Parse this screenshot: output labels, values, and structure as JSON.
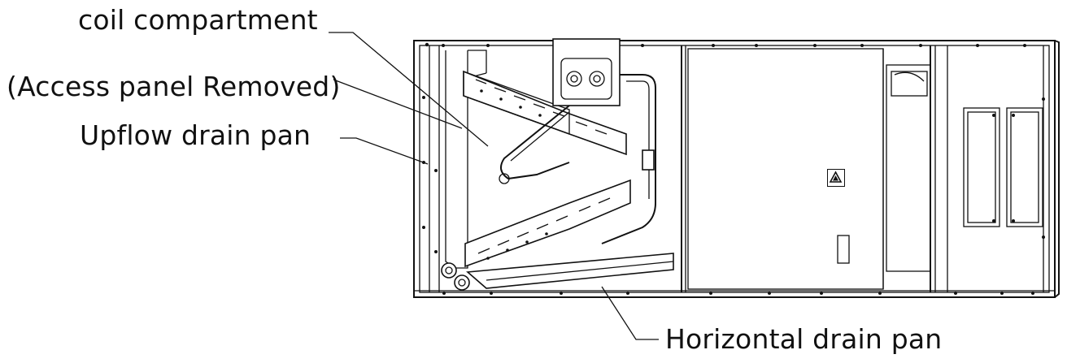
{
  "labels": {
    "coil_compartment": "coil compartment",
    "access_panel": "(Access panel Removed)",
    "upflow_drain_pan": "Upflow drain pan",
    "horizontal_drain_pan": "Horizontal drain pan"
  },
  "colors": {
    "line": "#111111",
    "background": "#ffffff"
  },
  "icons": {
    "warning": "warning-triangle-icon"
  }
}
